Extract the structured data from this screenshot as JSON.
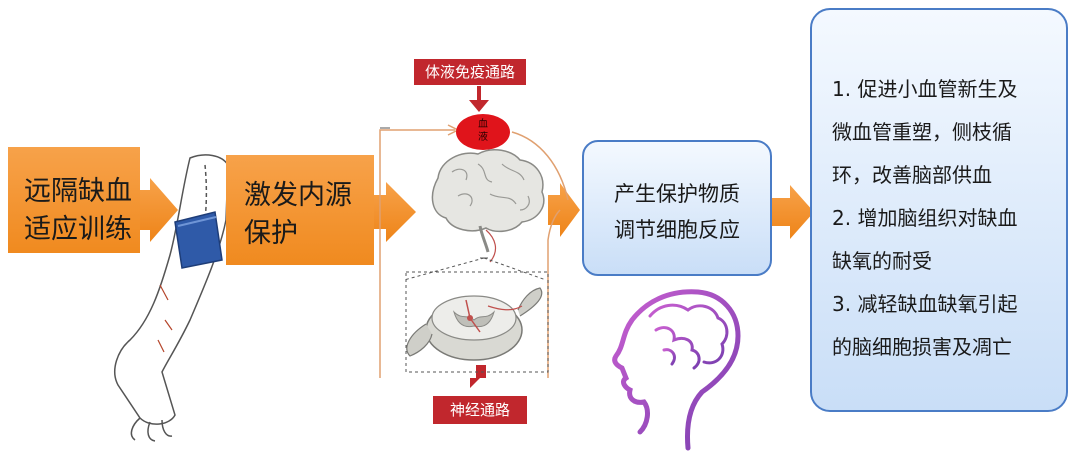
{
  "left_box": {
    "lines": [
      "远隔缺血",
      "适应训练"
    ]
  },
  "trigger_box": {
    "lines": [
      "激发内源",
      "保护"
    ]
  },
  "humoral_label": "体液免疫通路",
  "blood_label": [
    "血",
    "液"
  ],
  "neural_label": "神经通路",
  "protect_box": {
    "lines": [
      "产生保护物质",
      "调节细胞反应"
    ]
  },
  "outcomes": {
    "lines": [
      "1. 促进小血管新生及",
      "微血管重塑，侧枝循",
      "环，改善脑部供血",
      "2. 增加脑组织对缺血",
      "缺氧的耐受",
      "3. 减轻缺血缺氧引起",
      "的脑细胞损害及凋亡"
    ]
  },
  "colors": {
    "arrow": "#f08a1f",
    "label_red": "#c1272d",
    "blue_border": "#4a7cc6",
    "blood": "#e0141b",
    "cuff": "#2f5aa8"
  }
}
